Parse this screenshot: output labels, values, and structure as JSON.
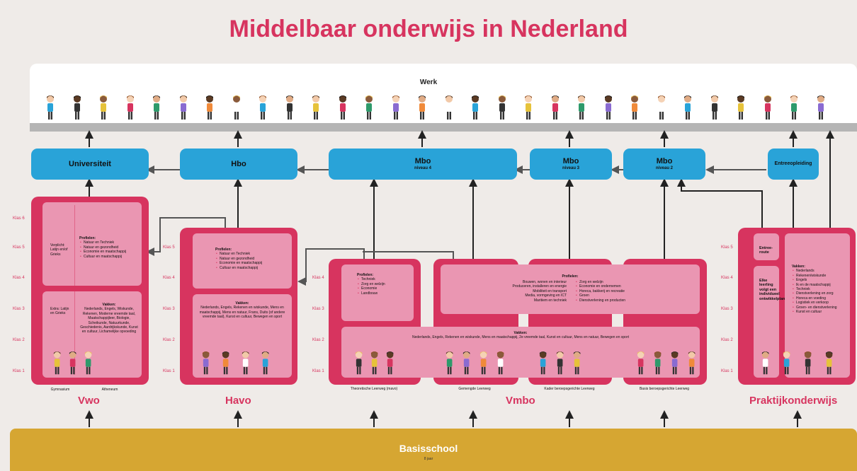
{
  "title": "Middelbaar onderwijs in Nederland",
  "werk": "Werk",
  "blue": {
    "universiteit": "Universiteit",
    "hbo": "Hbo",
    "mbo4": "Mbo",
    "mbo4_sub": "niveau 4",
    "mbo3": "Mbo",
    "mbo3_sub": "niveau 3",
    "mbo2": "Mbo",
    "mbo2_sub": "niveau 2",
    "entree": "Entreeopleiding"
  },
  "class_labels": {
    "k6": "Klas 6",
    "k5": "Klas 5",
    "k4": "Klas 4",
    "k3": "Klas 3",
    "k2": "Klas 2",
    "k1": "Klas 1"
  },
  "vwo": {
    "verplicht": "Verplicht: Latijn en/of Grieks",
    "profielen_title": "Profielen:",
    "profielen": [
      "Natuur en Techniek",
      "Natuur en gezondheid",
      "Economie en maatschappij",
      "Cultuur en maatschappij"
    ],
    "extra": "Extra: Latijn en Grieks",
    "vakken_title": "Vakken:",
    "vakken": "Nederlands, Engels, Wiskunde, Rekenen, Moderne vreemde taal, Maatschappijleer, Biologie, Scheikunde, Natuurkunde, Geschiedenis, Aardrijkskunde, Kunst en cultuur, Lichamelijke opvoeding",
    "gymnasium": "Gymnasium",
    "atheneum": "Atheneum",
    "name": "Vwo"
  },
  "havo": {
    "profielen_title": "Profielen:",
    "profielen": [
      "Natuur en Techniek",
      "Natuur en gezondheid",
      "Economie en maatschappij",
      "Cultuur en maatschappij"
    ],
    "vakken_title": "Vakken:",
    "vakken": "Nederlands, Engels, Rekenen en wiskunde, Mens en maatschappij, Mens en natuur, Frans, Duits (of andere vreemde taal), Kunst en cultuur, Bewegen en sport",
    "name": "Havo"
  },
  "vmbo": {
    "tl_profielen_title": "Profielen:",
    "tl_profielen": [
      "Techniek",
      "Zorg en welzijn",
      "Economie",
      "Landbouw"
    ],
    "profielen_title": "Profielen:",
    "profielen_left": [
      "Bouwen, wonen en interieur",
      "Produceren, installeren en energie",
      "Mobiliteit en transport",
      "Media, vormgeving en ICT",
      "Maritiem en techniek"
    ],
    "profielen_right": [
      "Zorg en welzijn",
      "Economie en ondernemen",
      "Horeca, bakkerij en recreatie",
      "Groen",
      "Dienstverlening en producten"
    ],
    "vakken_title": "Vakken:",
    "vakken": "Nederlands, Engels, Rekenen en wiskunde, Mens en maatschappij, 2e vreemde taal, Kunst en cultuur, Mens en natuur, Bewegen en sport",
    "tl": "Theoretische Leerweg (mavo)",
    "gl": "Gemengde Leerweg",
    "kb": "Kader beroepsgerichte Leerweg",
    "bb": "Basis beroepsgerichte Leerweg",
    "name": "Vmbo"
  },
  "pro": {
    "entree_route": "Entree-route",
    "elke": "Elke leerling volgt een individueel ontwikkelplan",
    "vakken_title": "Vakken:",
    "vakken": [
      "Nederlands",
      "Rekenen/wiskunde",
      "Engels",
      "Ik en de maatschappij",
      "Techniek",
      "Dienstverlening en zorg",
      "Horeca en voeding",
      "Logistiek en verkoop",
      "Groen- en dienstverlening",
      "Kunst en cultuur"
    ],
    "name": "Praktijkonderwijs"
  },
  "basisschool": "Basisschool",
  "basisschool_sub": "8 jaar",
  "colors": {
    "accent": "#d7345f",
    "inner": "#ea96b2",
    "blue": "#29a3d8",
    "gold": "#d6a632",
    "bg": "#efebe8"
  }
}
